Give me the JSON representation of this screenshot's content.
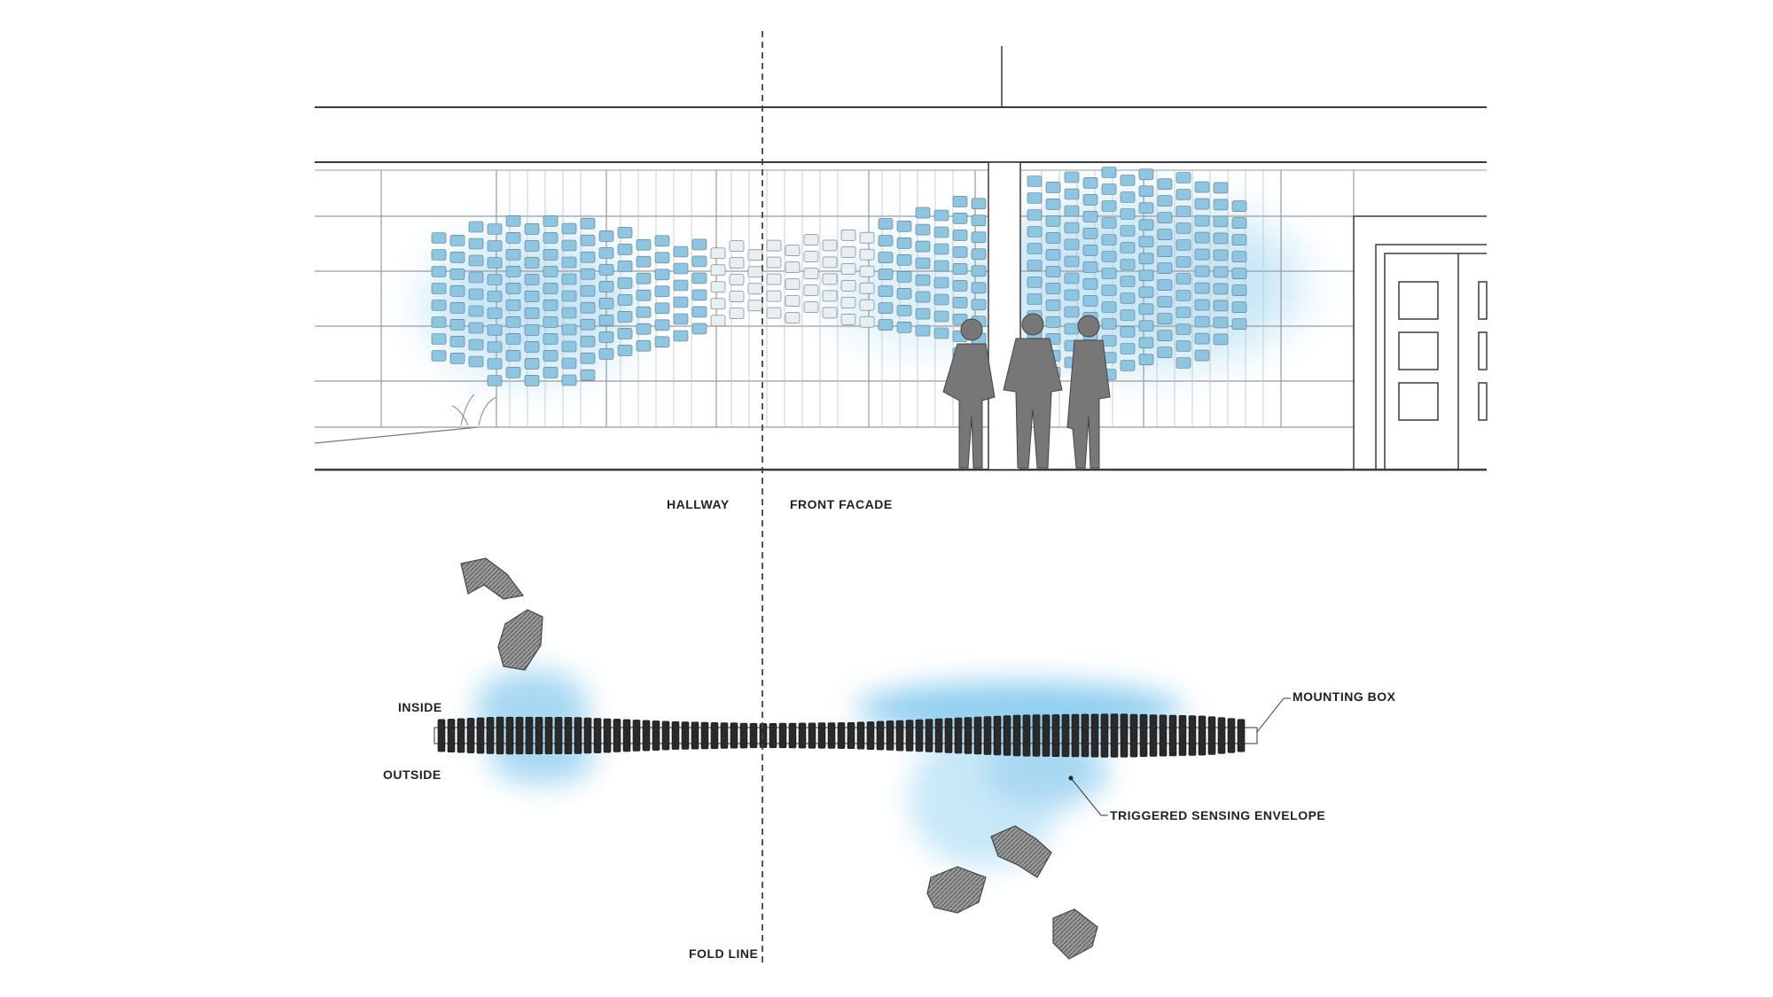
{
  "labels": {
    "hallway": "HALLWAY",
    "front_facade": "FRONT FACADE",
    "inside": "INSIDE",
    "outside": "OUTSIDE",
    "mounting_box": "MOUNTING BOX",
    "triggered_sensing_envelope": "TRIGGERED SENSING ENVELOPE",
    "fold_line": "FOLD LINE"
  },
  "colors": {
    "line": "#3a3a3a",
    "grid": "#9a9a9a",
    "cell": "#8ec5e0",
    "cell_pale": "#e8eef2",
    "glow": "#bfe3f6",
    "figure": "#6e6e6e"
  }
}
